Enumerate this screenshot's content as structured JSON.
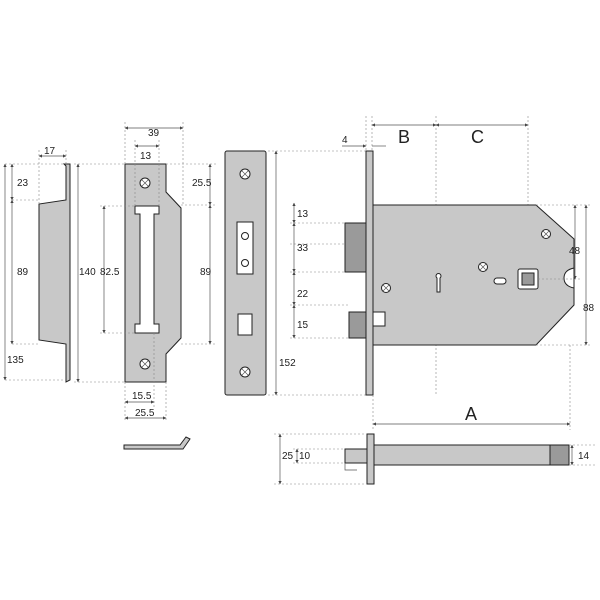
{
  "dimensions": {
    "d17": "17",
    "d23": "23",
    "d89_left": "89",
    "d135": "135",
    "d140": "140",
    "d39": "39",
    "d13_top": "13",
    "d25_5_top": "25.5",
    "d82_5": "82.5",
    "d89_mid": "89",
    "d15_5": "15.5",
    "d25_5_bottom": "25.5",
    "d4": "4",
    "d152": "152",
    "d13_case": "13",
    "d33": "33",
    "d22": "22",
    "d15": "15",
    "d48": "48",
    "d88": "88",
    "d25": "25",
    "d10": "10",
    "d14": "14"
  },
  "letters": {
    "a": "A",
    "b": "B",
    "c": "C"
  }
}
